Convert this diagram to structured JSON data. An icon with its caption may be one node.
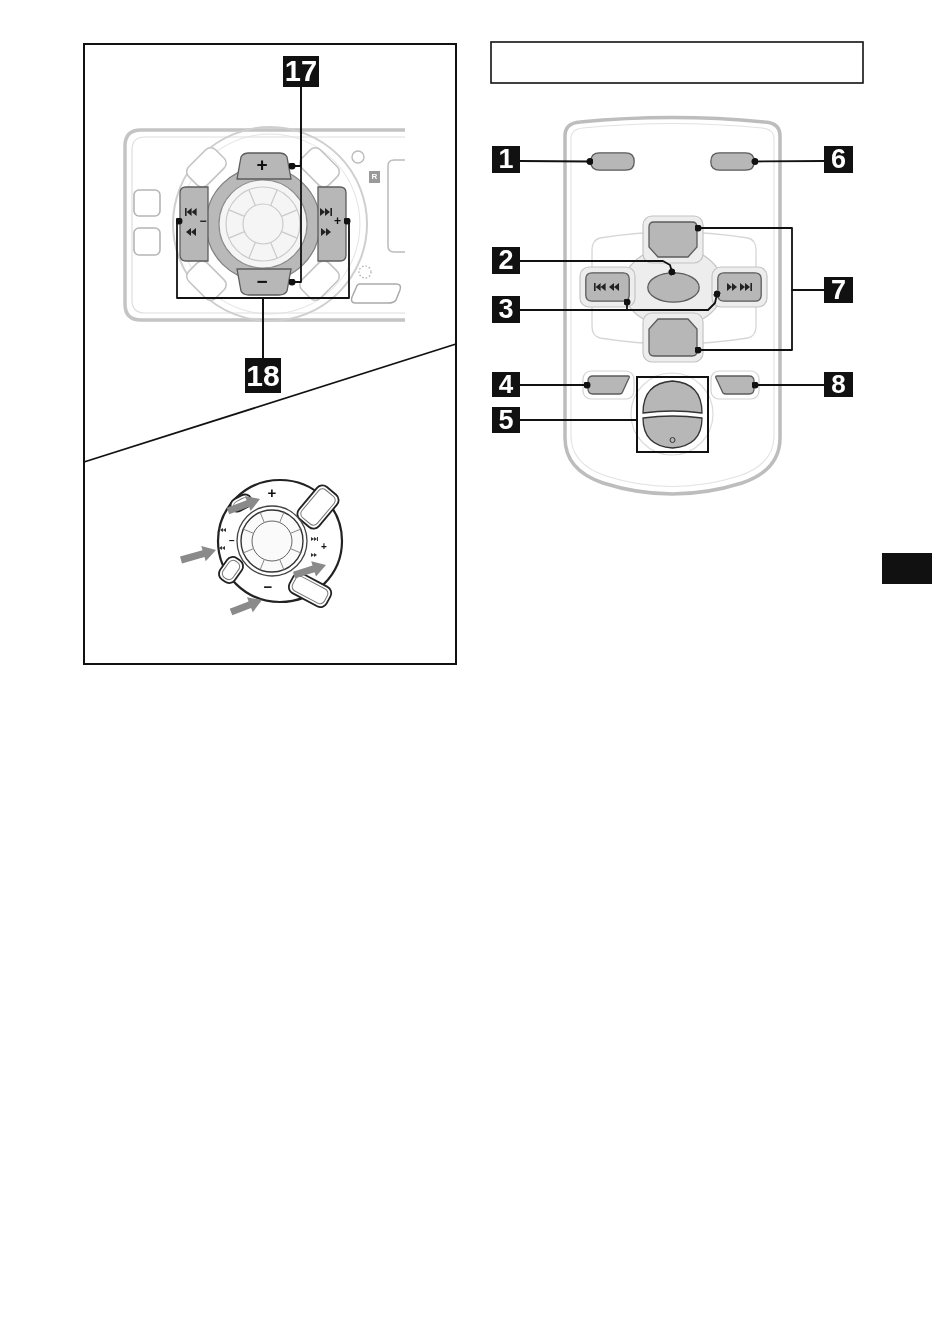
{
  "diagram": {
    "nodes": [
      {
        "text": [
          "17"
        ]
      },
      {
        "text": [
          "+"
        ]
      },
      {
        "text": [
          "−"
        ]
      },
      {
        "text": [
          "+"
        ]
      },
      {
        "text": [
          "−"
        ]
      },
      {
        "text": [
          "18"
        ]
      },
      {
        "text": [
          "1"
        ]
      },
      {
        "text": [],
        "shape": "oval"
      },
      {
        "text": [],
        "shape": "oval"
      },
      {
        "text": [
          "6"
        ]
      },
      {
        "text": [],
        "shape": "box"
      },
      {
        "text": [
          "2"
        ]
      },
      {
        "text": [],
        "shape": "box"
      },
      {
        "text": [],
        "shape": "oval"
      },
      {
        "text": [],
        "shape": "box"
      },
      {
        "text": [
          "7"
        ]
      },
      {
        "text": [
          "3"
        ]
      },
      {
        "text": [],
        "shape": "box"
      },
      {
        "text": [
          "4"
        ]
      },
      {
        "text": [],
        "shape": "box"
      },
      {
        "text": [],
        "shape": "box"
      },
      {
        "text": [],
        "shape": "box"
      },
      {
        "text": [
          "8"
        ]
      },
      {
        "text": [
          "5"
        ]
      }
    ],
    "edges": [
      {
        "from": 0,
        "to": 1,
        "arrow": "other"
      },
      {
        "from": 0,
        "to": 4,
        "arrow": "other"
      },
      {
        "from": 5,
        "to": 2,
        "arrow": "other"
      },
      {
        "from": 5,
        "to": 3,
        "arrow": "other"
      },
      {
        "from": 6,
        "to": 7,
        "arrow": "other"
      },
      {
        "from": 9,
        "to": 8,
        "arrow": "other"
      },
      {
        "from": 11,
        "to": 13,
        "arrow": "other"
      },
      {
        "from": 16,
        "to": 12,
        "arrow": "other"
      },
      {
        "from": 16,
        "to": 14,
        "arrow": "other"
      },
      {
        "from": 15,
        "to": 10,
        "arrow": "other"
      },
      {
        "from": 15,
        "to": 17,
        "arrow": "other"
      },
      {
        "from": 18,
        "to": 19,
        "arrow": "other"
      },
      {
        "from": 23,
        "to": 20,
        "arrow": "none"
      },
      {
        "from": 22,
        "to": 21,
        "arrow": "other"
      }
    ],
    "labels": [
      "R",
      "+",
      "−",
      "+",
      "−"
    ]
  }
}
